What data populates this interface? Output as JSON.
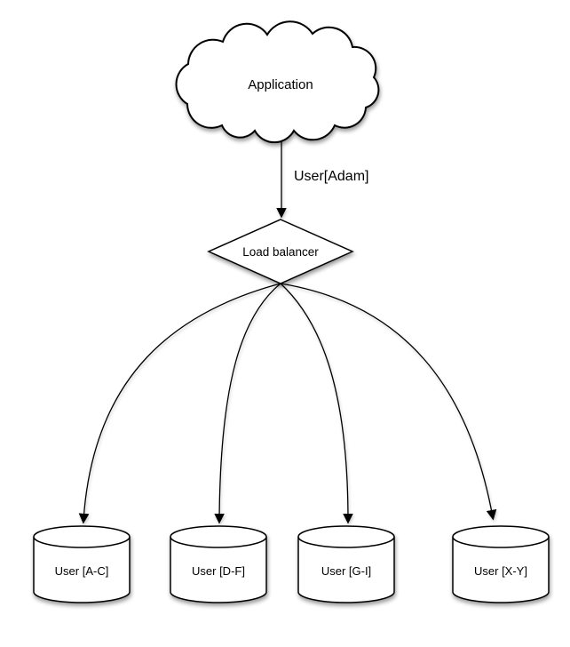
{
  "diagram": {
    "colors": {
      "background": "#ffffff",
      "shape_fill": "#ffffff",
      "stroke": "#000000",
      "text": "#000000"
    },
    "nodes": {
      "application": {
        "type": "cloud",
        "label": "Application"
      },
      "load_balancer": {
        "type": "diamond",
        "label": "Load balancer"
      },
      "shards": [
        {
          "type": "cylinder",
          "label": "User [A-C]"
        },
        {
          "type": "cylinder",
          "label": "User [D-F]"
        },
        {
          "type": "cylinder",
          "label": "User [G-I]"
        },
        {
          "type": "cylinder",
          "label": "User [X-Y]"
        }
      ]
    },
    "edges": {
      "app_to_lb": {
        "label": "User[Adam]"
      }
    }
  }
}
